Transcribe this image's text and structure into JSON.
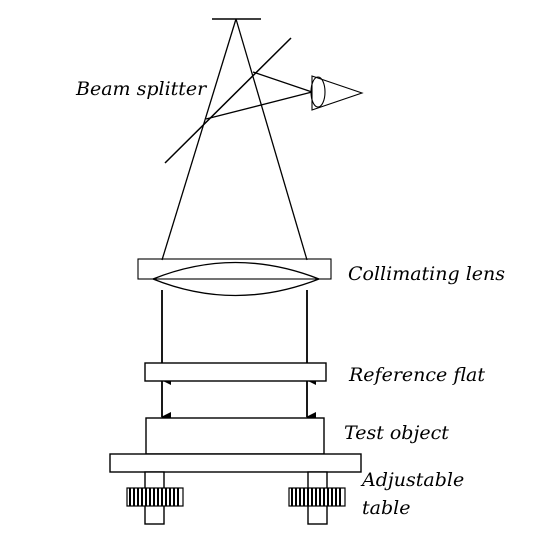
{
  "labels": {
    "beam_splitter": "Beam splitter",
    "collimating_lens": "Collimating lens",
    "reference_flat": "Reference flat",
    "test_object": "Test object",
    "adjustable_table_line1": "Adjustable",
    "adjustable_table_line2": "table"
  },
  "colors": {
    "ink": "#000000",
    "background": "#ffffff"
  }
}
